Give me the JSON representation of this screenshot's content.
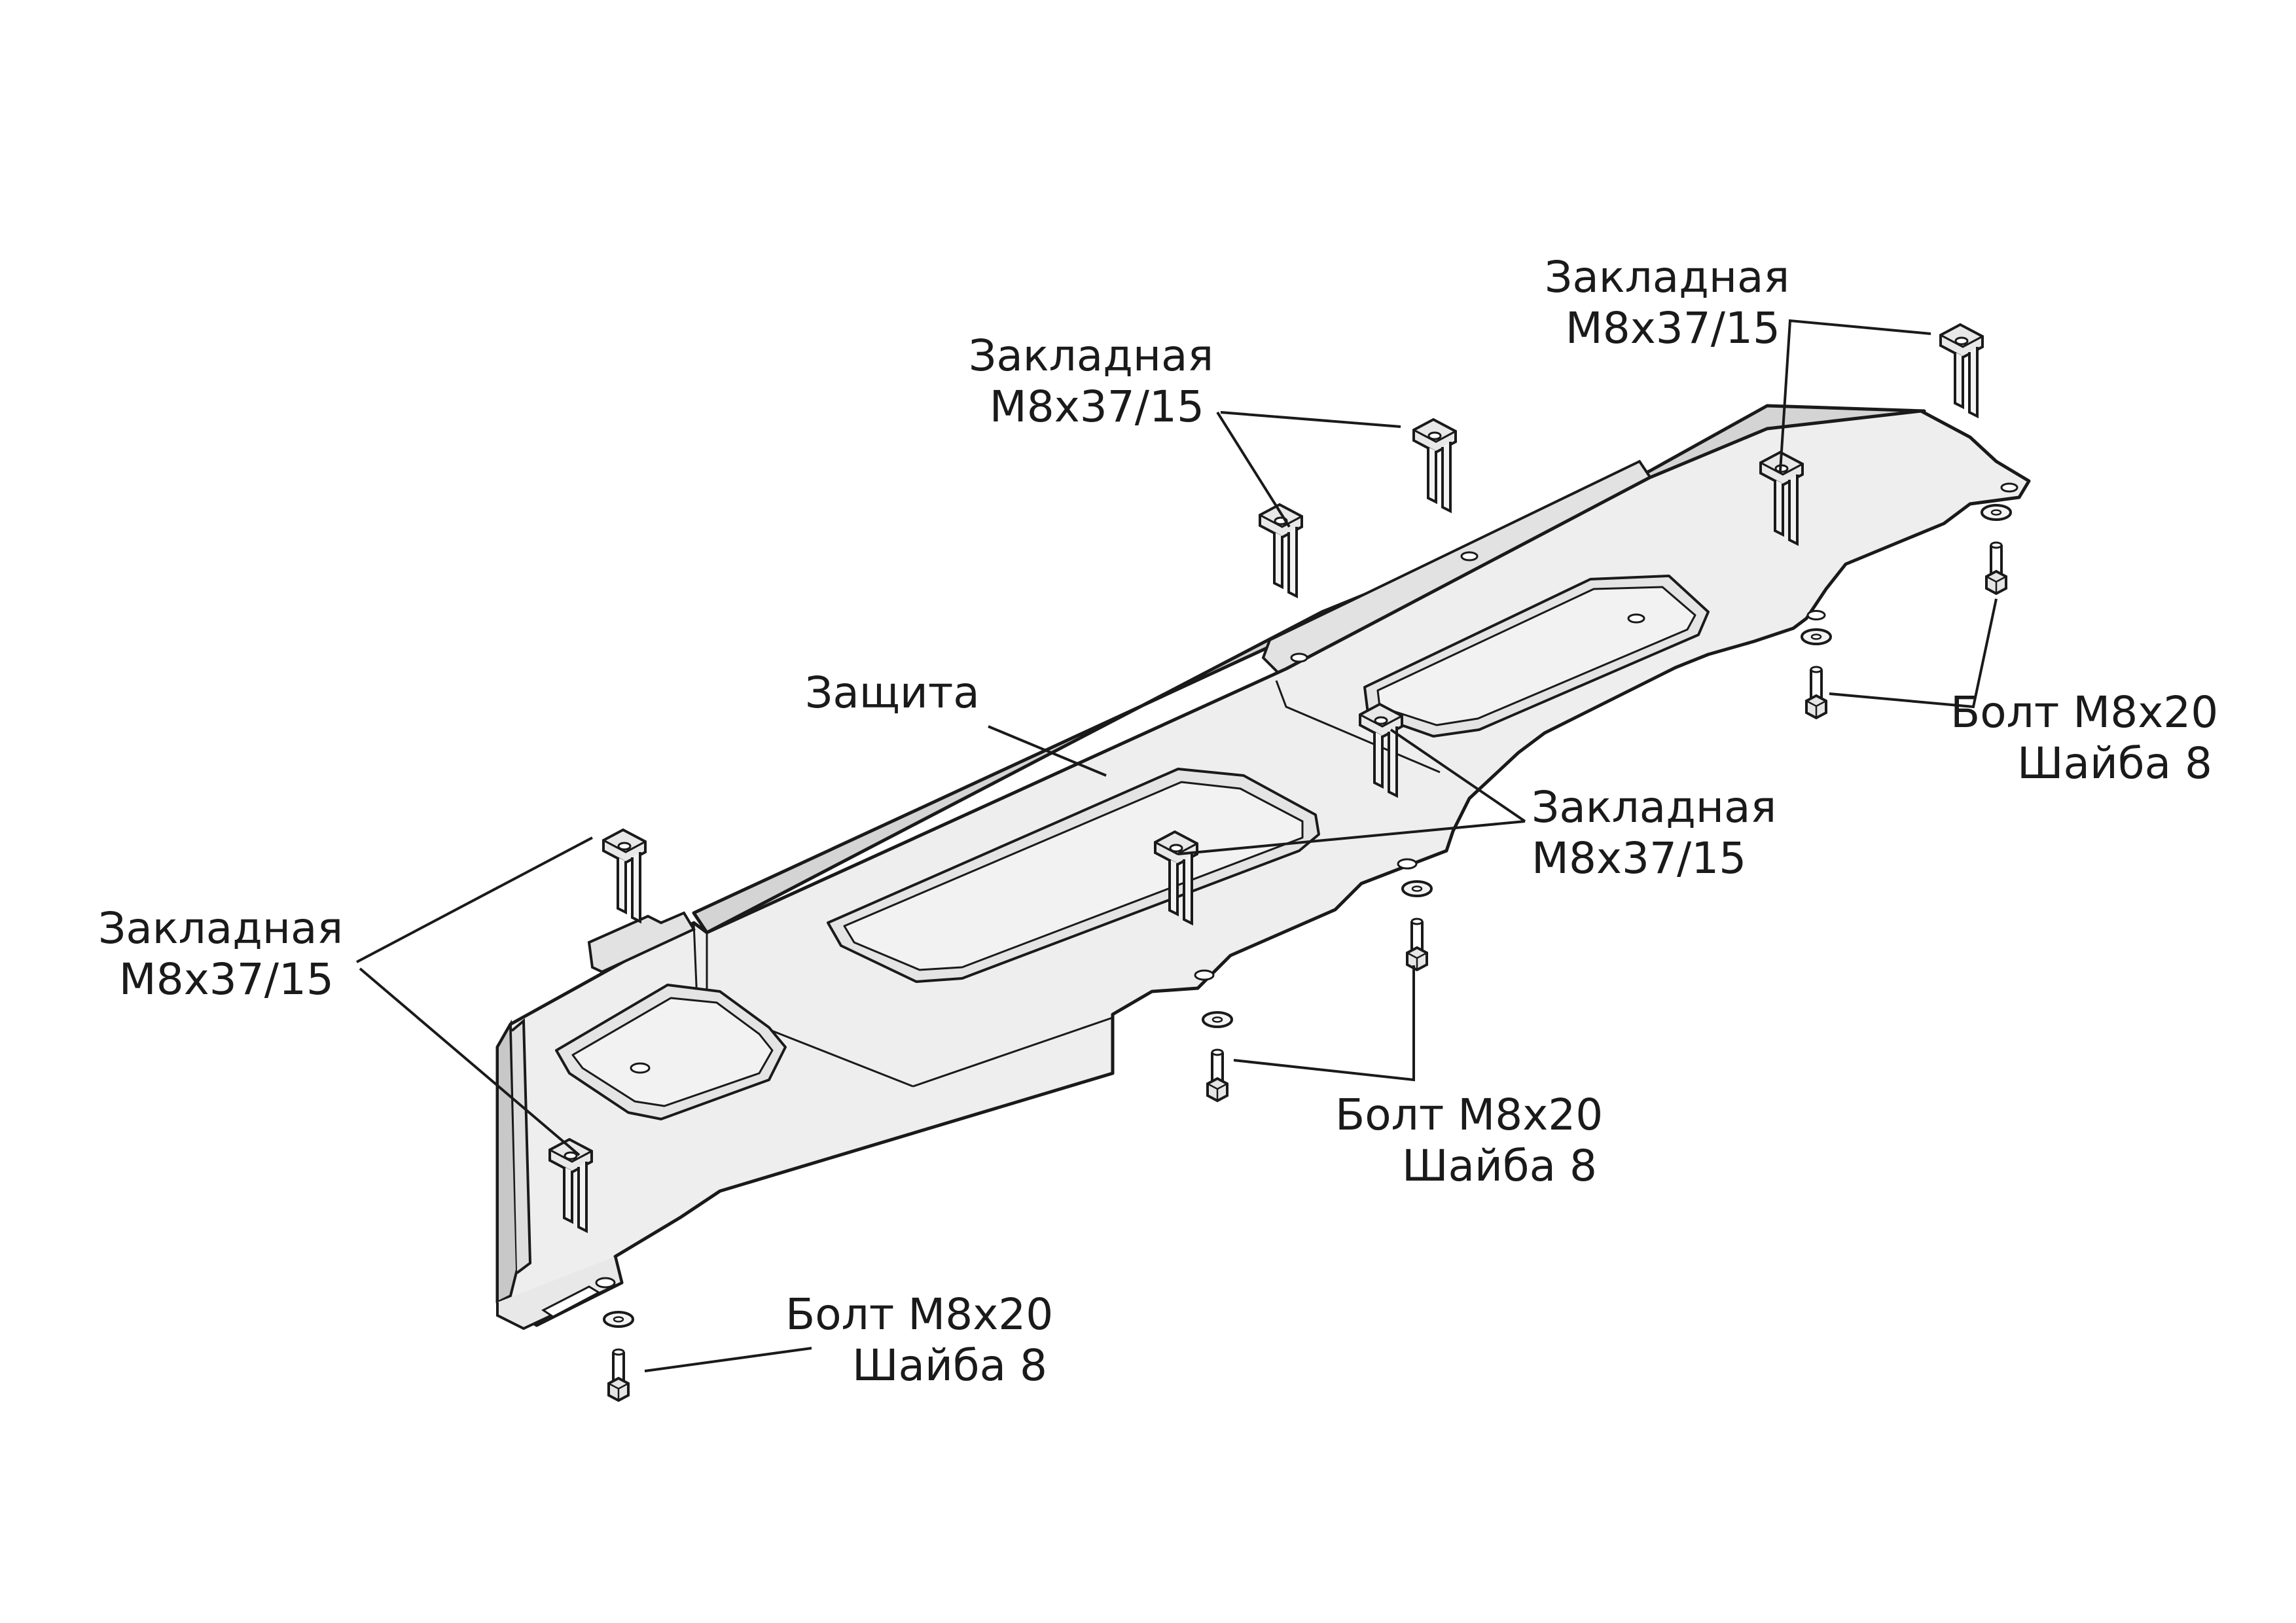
{
  "labels": {
    "zakladnaya": "Закладная",
    "zakladnaya_size": "M8x37/15",
    "bolt": "Болт M8x20",
    "shaiba": "Шайба 8",
    "zashchita": "Защита"
  },
  "colors": {
    "line": "#1a1a1a",
    "plate": "#eeeeee",
    "plate_shade": "#cfcfcf",
    "flange": "#bdbdbd"
  }
}
